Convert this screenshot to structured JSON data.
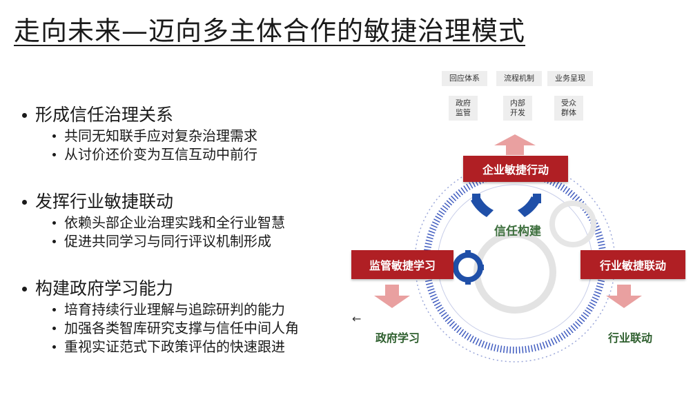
{
  "title": "走向未来—迈向多主体合作的敏捷治理模式",
  "sections": [
    {
      "heading": "形成信任治理关系",
      "items": [
        "共同无知联手应对复杂治理需求",
        "从讨价还价变为互信互动中前行"
      ]
    },
    {
      "heading": "发挥行业敏捷联动",
      "items": [
        "依赖头部企业治理实践和全行业智慧",
        "促进共同学习与同行评议机制形成"
      ]
    },
    {
      "heading": "构建政府学习能力",
      "items": [
        "培育持续行业理解与追踪研判的能力",
        "加强各类智库研究支撑与信任中间人角",
        "重视实证范式下政策评估的快速跟进"
      ]
    }
  ],
  "diagram": {
    "top_tags": [
      "回应体系",
      "流程机制",
      "业务呈现"
    ],
    "sub_tags": [
      "政府\n监管",
      "内部\n开发",
      "受众\n群体"
    ],
    "red_boxes": {
      "top": "企业敏捷行动",
      "left": "监管敏捷学习",
      "right": "行业敏捷联动"
    },
    "center": "信任构建",
    "bottom_left": "政府学习",
    "bottom_right": "行业联动",
    "stray_mark": "←"
  },
  "colors": {
    "red": "#b01f24",
    "arrow": "#e9a0a0",
    "gear_blue": "#1f4fa8",
    "ring": "#3f5bbf",
    "green_text": "#3c6e3c"
  }
}
